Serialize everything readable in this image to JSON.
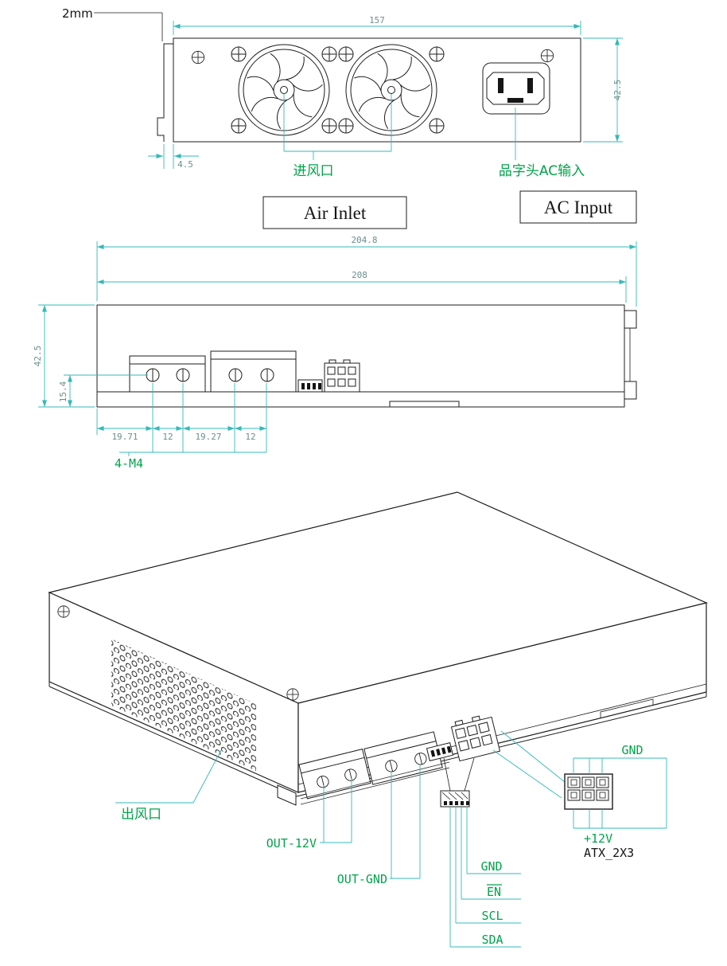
{
  "colors": {
    "line": "#1d1d1d",
    "dimension_lines": "#35b8b8",
    "dimension_text": "#6e8e8e",
    "label_green": "#00a44a"
  },
  "front_view": {
    "dim_width": "157",
    "dim_height": "42.5",
    "dim_flange": "2mm",
    "dim_offset": "4.5",
    "air_inlet_cn": "进风口",
    "ac_input_cn": "品字头AC输入",
    "air_inlet_en": "Air Inlet",
    "ac_input_en": "AC Input"
  },
  "side_view": {
    "dim_overall": "204.8",
    "dim_body": "208",
    "dim_height": "42.5",
    "dim_screw_height": "15.4",
    "dim_seg1": "19.71",
    "dim_seg2": "12",
    "dim_seg3": "19.27",
    "dim_seg4": "12",
    "screw_note": "4-M4"
  },
  "iso_view": {
    "air_outlet_cn": "出风口",
    "out_12v": "OUT-12V",
    "out_gnd": "OUT-GND",
    "sig_gnd": "GND",
    "sig_en": "EN",
    "sig_scl": "SCL",
    "sig_sda": "SDA",
    "atx_gnd": "GND",
    "atx_12v": "+12V",
    "atx_name": "ATX_2X3"
  }
}
